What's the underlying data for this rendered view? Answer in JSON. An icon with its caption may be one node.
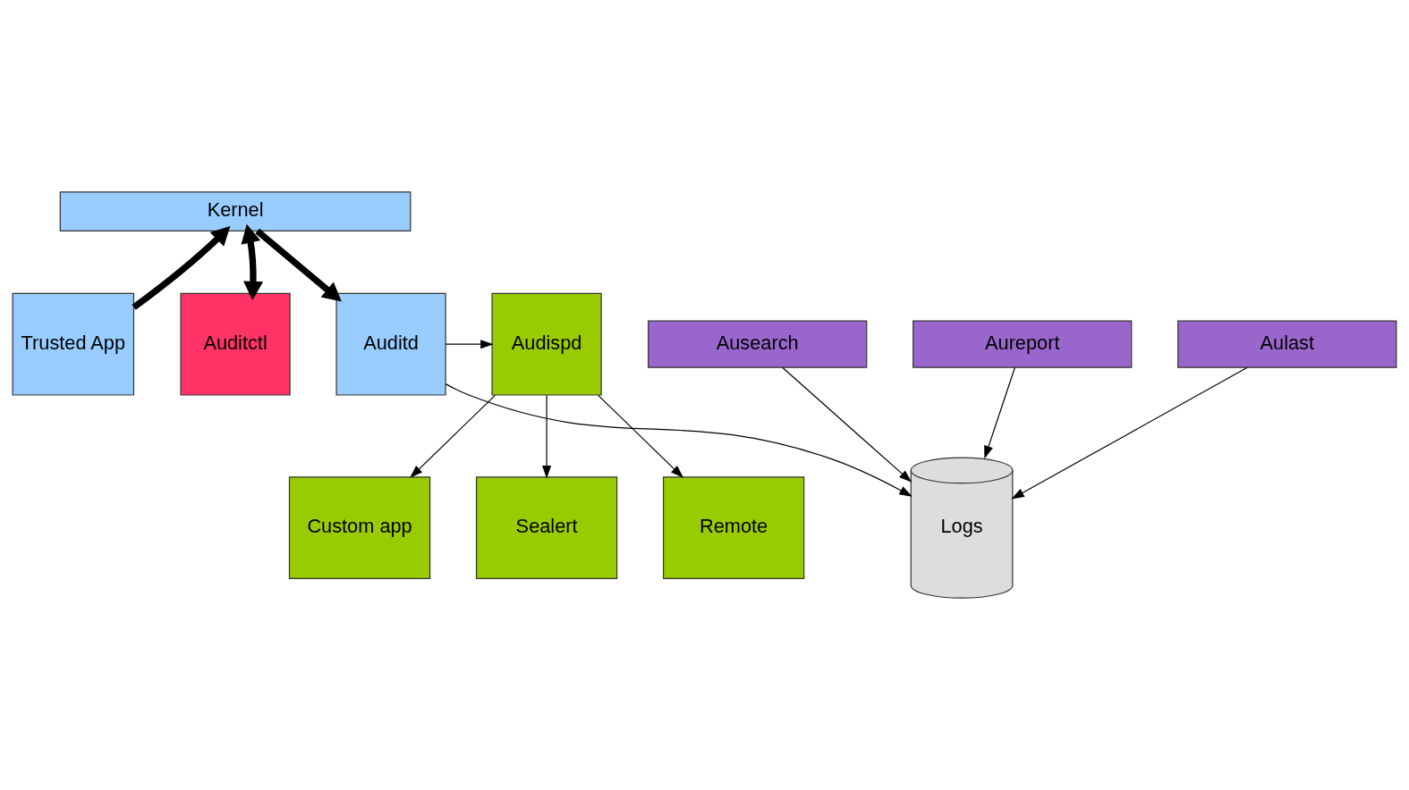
{
  "diagram": {
    "nodes": [
      {
        "text": [
          "Kernel"
        ]
      },
      {
        "text": [
          "Trusted App"
        ]
      },
      {
        "text": [
          "Auditctl"
        ]
      },
      {
        "text": [
          "Auditd"
        ]
      },
      {
        "text": [
          "Audispd"
        ]
      },
      {
        "text": [
          "Sealert"
        ]
      },
      {
        "text": [
          "Remote"
        ]
      },
      {
        "text": [
          "Custom app"
        ]
      },
      {
        "text": [
          "Ausearch"
        ]
      },
      {
        "text": [
          "Aureport"
        ]
      },
      {
        "text": [
          "Aulast"
        ]
      },
      {
        "text": [
          "Logs"
        ]
      }
    ],
    "edges": [
      {
        "from": 1,
        "to": 0,
        "arrow": "to",
        "style": "thick"
      },
      {
        "from": 2,
        "to": 0,
        "arrow": "both",
        "style": "thick"
      },
      {
        "from": 0,
        "to": 3,
        "arrow": "to",
        "style": "thick"
      },
      {
        "from": 3,
        "to": 4,
        "arrow": "to"
      },
      {
        "from": 4,
        "to": 5,
        "arrow": "to"
      },
      {
        "from": 4,
        "to": 6,
        "arrow": "to"
      },
      {
        "from": 4,
        "to": 7,
        "arrow": "to"
      },
      {
        "from": 3,
        "to": 11,
        "arrow": "to"
      },
      {
        "from": 8,
        "to": 11,
        "arrow": "to"
      },
      {
        "from": 9,
        "to": 11,
        "arrow": "to"
      },
      {
        "from": 10,
        "to": 11,
        "arrow": "to"
      }
    ]
  }
}
